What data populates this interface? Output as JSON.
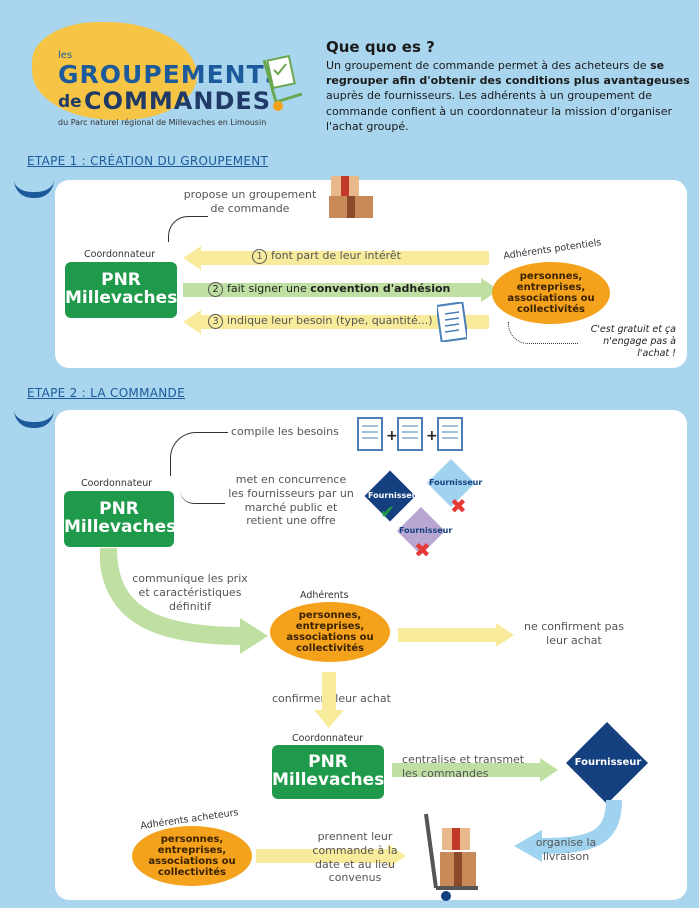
{
  "header": {
    "les": "les",
    "title_line1": "GROUPEMENTS",
    "title_de": "de",
    "title_line2": "COMMANDES",
    "subtitle": "du Parc naturel régional de Millevaches en Limousin"
  },
  "intro": {
    "heading": "Que quo es ?",
    "p1": "Un groupement de commande permet à des acheteurs de",
    "p1_bold": "se regrouper afin d'obtenir des conditions plus avantageuses",
    "p2": "auprès de fournisseurs. Les adhérents à un groupement de commande confient à un coordonnateur la mission d'organiser l'achat groupé."
  },
  "step1": {
    "title": "ETAPE 1 : CRÉATION DU GROUPEMENT",
    "propose": "propose un groupement de commande",
    "coord_label": "Coordonnateur",
    "coord_name1": "PNR",
    "coord_name2": "Millevaches",
    "a1_num": "1",
    "a1_text": "font part de leur intérêt",
    "a2_num": "2",
    "a2_text": "fait signer une",
    "a2_bold": "convention d'adhésion",
    "a3_num": "3",
    "a3_text": "indique leur besoin (type, quantité...)",
    "adh_label": "Adhérents potentiels",
    "adh_text": "personnes, entreprises, associations ou collectivités",
    "note": "C'est gratuit et ça n'engage pas à l'achat !"
  },
  "step2": {
    "title": "ETAPE 2 : LA COMMANDE",
    "compile": "compile les besoins",
    "coord_label": "Coordonnateur",
    "coord_name1": "PNR",
    "coord_name2": "Millevaches",
    "mise": "met en concurrence les fournisseurs par un marché public et retient une offre",
    "fournisseur": "Fournisseur",
    "communique": "communique les prix et caractéristiques définitif",
    "adh_label": "Adhérents",
    "adh_text": "personnes, entreprises, associations ou collectivités",
    "ne_confirment": "ne confirment pas leur achat",
    "confirment": "confirment leur achat",
    "coord2_label": "Coordonnateur",
    "centralise": "centralise et transmet les commandes",
    "fournisseur_big": "Fournisseur",
    "adh_ach_label": "Adhérents acheteurs",
    "prennent": "prennent leur commande à la date et au lieu convenus",
    "organise": "organise la livraison"
  },
  "colors": {
    "green": "#1f9a4a",
    "orange": "#f4a11c",
    "blue": "#1c5a9c",
    "navy": "#15407f"
  }
}
